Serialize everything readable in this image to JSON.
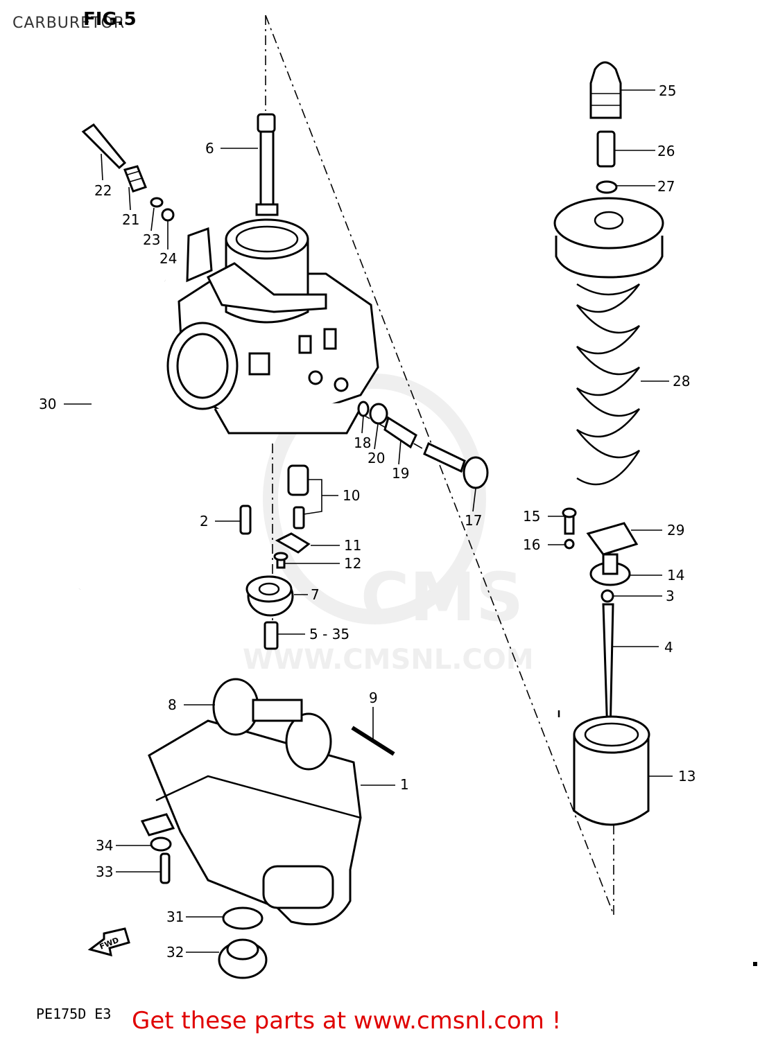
{
  "header": {
    "section_title": "CARBURETOR",
    "figure_label": "FIG.5"
  },
  "footer": {
    "model_code": "PE175D  E3",
    "promo_text": "Get these parts at www.cmsnl.com !"
  },
  "watermark": {
    "brand": "CMS",
    "url": "WWW.CMSNL.COM"
  },
  "direction_marker": "FWD",
  "callouts": [
    {
      "id": "c1",
      "label": "1"
    },
    {
      "id": "c2",
      "label": "2"
    },
    {
      "id": "c3",
      "label": "3"
    },
    {
      "id": "c4",
      "label": "4"
    },
    {
      "id": "c5",
      "label": "5 - 35"
    },
    {
      "id": "c6",
      "label": "6"
    },
    {
      "id": "c7",
      "label": "7"
    },
    {
      "id": "c8",
      "label": "8"
    },
    {
      "id": "c9",
      "label": "9"
    },
    {
      "id": "c10",
      "label": "10"
    },
    {
      "id": "c11",
      "label": "11"
    },
    {
      "id": "c12",
      "label": "12"
    },
    {
      "id": "c13",
      "label": "13"
    },
    {
      "id": "c14",
      "label": "14"
    },
    {
      "id": "c15",
      "label": "15"
    },
    {
      "id": "c16",
      "label": "16"
    },
    {
      "id": "c17",
      "label": "17"
    },
    {
      "id": "c18",
      "label": "18"
    },
    {
      "id": "c19",
      "label": "19"
    },
    {
      "id": "c20",
      "label": "20"
    },
    {
      "id": "c21",
      "label": "21"
    },
    {
      "id": "c22",
      "label": "22"
    },
    {
      "id": "c23",
      "label": "23"
    },
    {
      "id": "c24",
      "label": "24"
    },
    {
      "id": "c25",
      "label": "25"
    },
    {
      "id": "c26",
      "label": "26"
    },
    {
      "id": "c27",
      "label": "27"
    },
    {
      "id": "c28",
      "label": "28"
    },
    {
      "id": "c29",
      "label": "29"
    },
    {
      "id": "c30",
      "label": "30"
    },
    {
      "id": "c31",
      "label": "31"
    },
    {
      "id": "c32",
      "label": "32"
    },
    {
      "id": "c33",
      "label": "33"
    },
    {
      "id": "c34",
      "label": "34"
    }
  ]
}
